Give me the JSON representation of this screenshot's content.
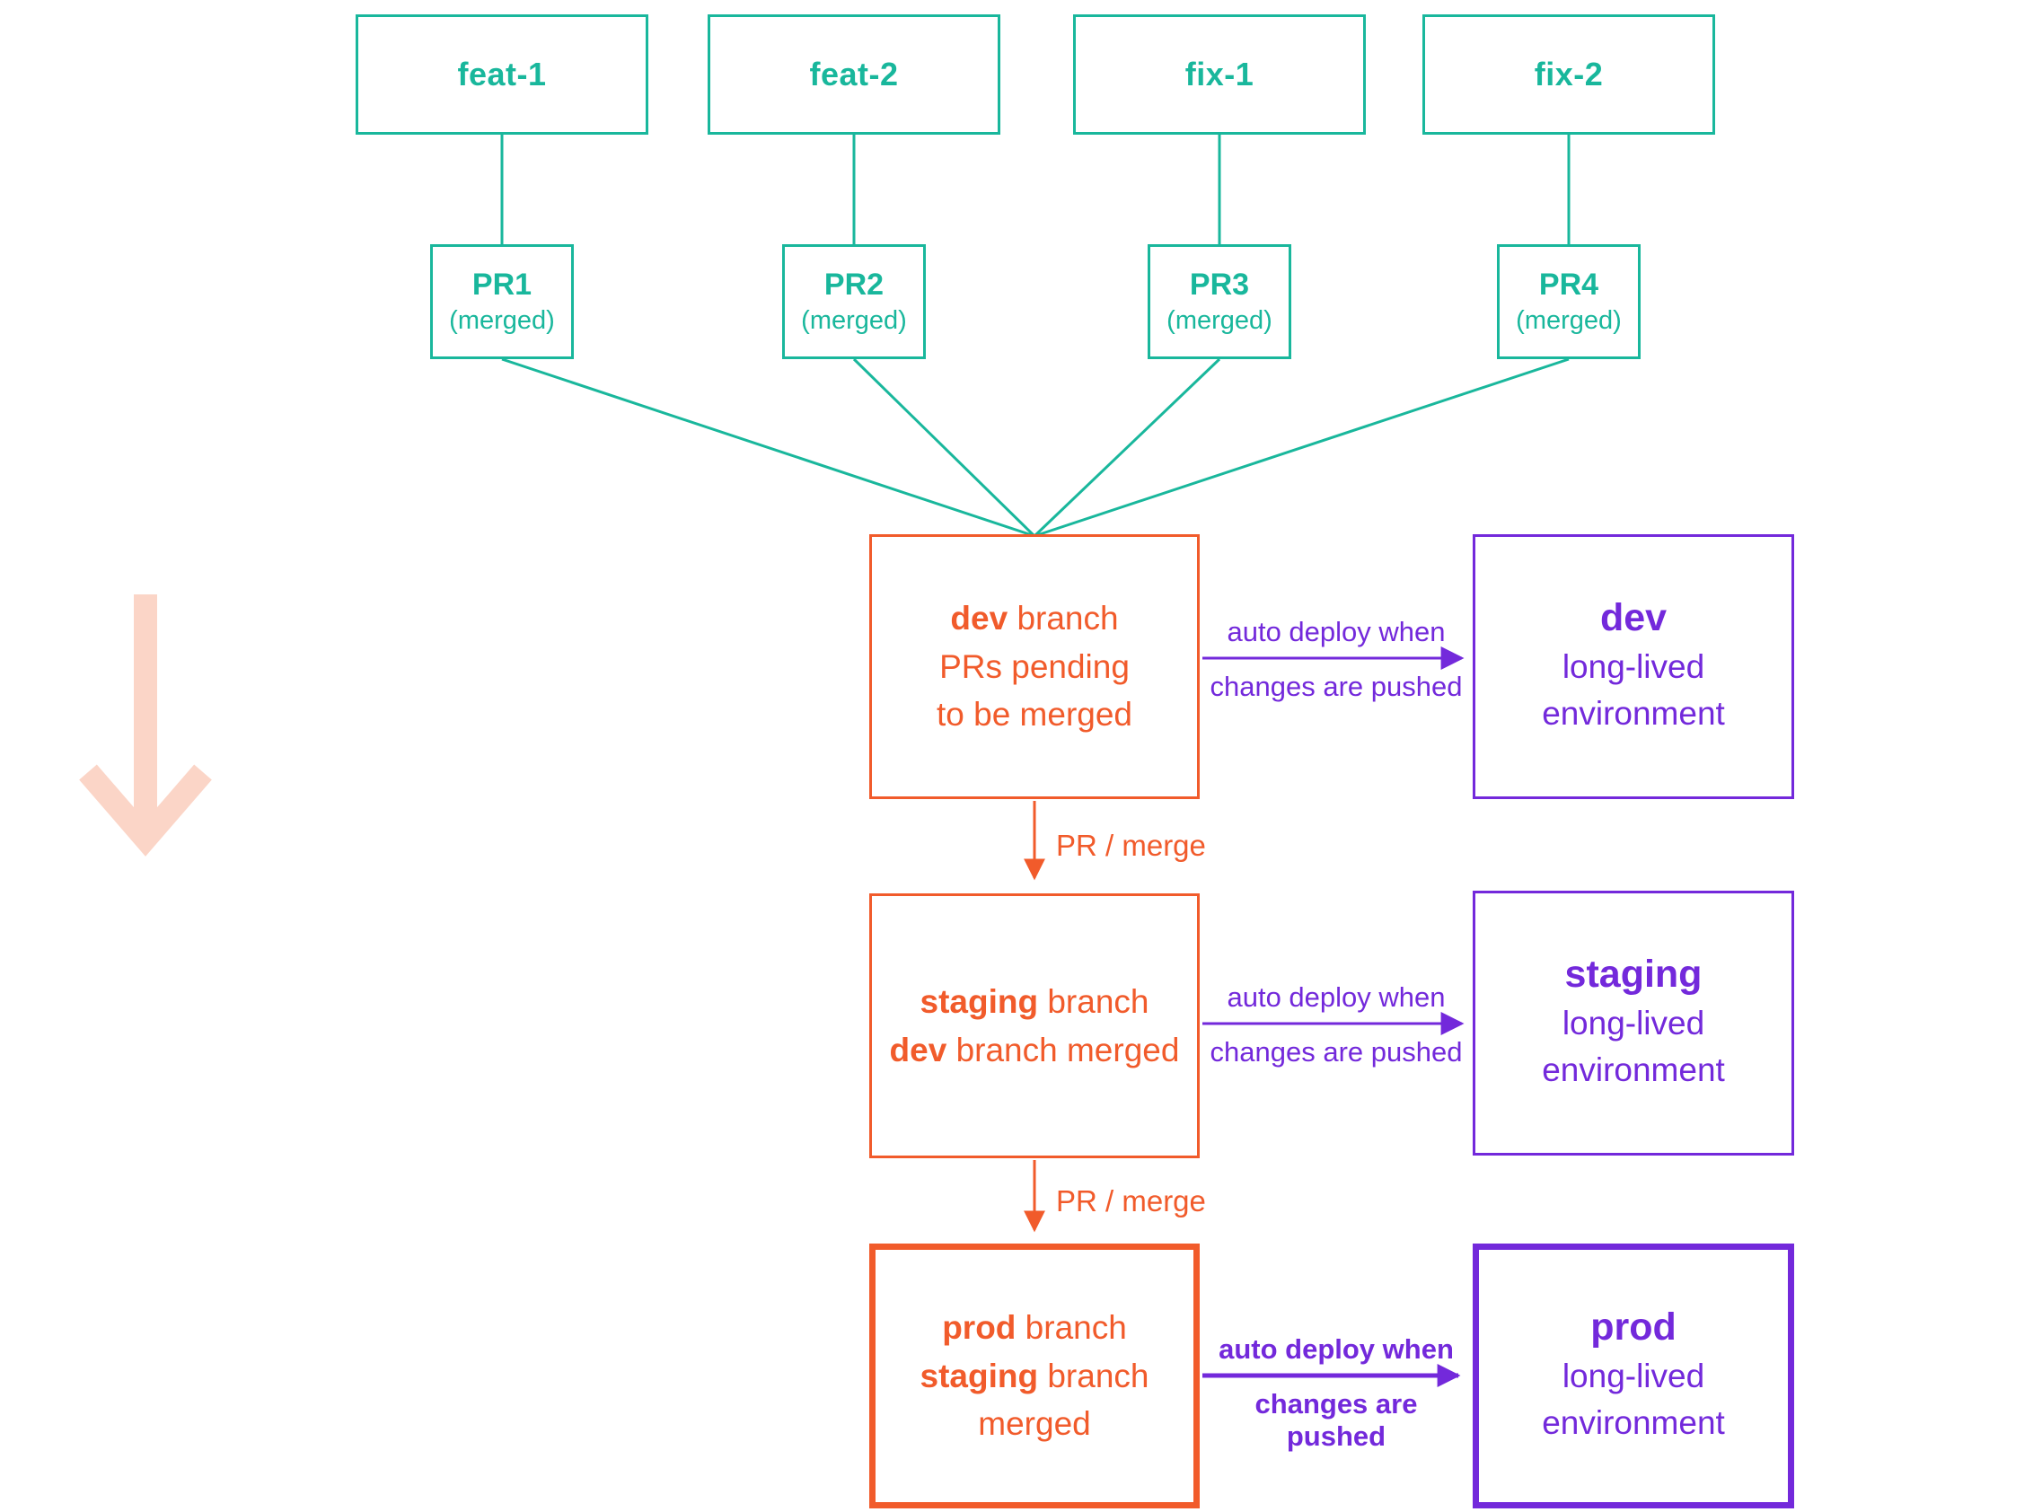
{
  "colors": {
    "teal": "#19B79C",
    "orange": "#F15B2B",
    "purple": "#7329DB",
    "pink_arrow": "#FBD5C7"
  },
  "icons": {
    "flow_direction": "down-arrow"
  },
  "feature_branches": [
    {
      "label": "feat-1",
      "pr_name": "PR1",
      "pr_status": "(merged)"
    },
    {
      "label": "feat-2",
      "pr_name": "PR2",
      "pr_status": "(merged)"
    },
    {
      "label": "fix-1",
      "pr_name": "PR3",
      "pr_status": "(merged)"
    },
    {
      "label": "fix-2",
      "pr_name": "PR4",
      "pr_status": "(merged)"
    }
  ],
  "branch_boxes": {
    "dev": {
      "title_bold": "dev",
      "title_rest": " branch",
      "subtitle": "PRs pending to be merged"
    },
    "staging": {
      "title_bold": "staging",
      "title_rest": " branch",
      "subtitle_bold": "dev",
      "subtitle_rest": " branch merged"
    },
    "prod": {
      "title_bold": "prod",
      "title_rest": " branch",
      "subtitle_bold": "staging",
      "subtitle_rest": " branch merged"
    }
  },
  "environments": {
    "dev": {
      "title": "dev",
      "subtitle": "long-lived environment"
    },
    "staging": {
      "title": "staging",
      "subtitle": "long-lived environment"
    },
    "prod": {
      "title": "prod",
      "subtitle": "long-lived environment"
    }
  },
  "labels": {
    "deploy_line1": "auto deploy when",
    "deploy_line2": "changes are pushed",
    "pr_merge": "PR / merge"
  }
}
